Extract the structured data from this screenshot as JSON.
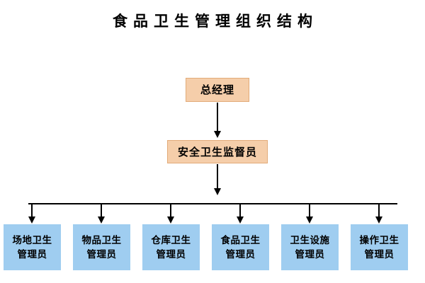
{
  "title": "食品卫生管理组织结构",
  "colors": {
    "executive_fill": "#f5ceaa",
    "executive_border": "#e2ab79",
    "staff_fill": "#9fcdf0",
    "connector": "#000000",
    "background": "#ffffff",
    "text": "#000000"
  },
  "diagram": {
    "type": "org-chart",
    "orientation": "top-down",
    "levels": 3,
    "executive": [
      {
        "id": "general-manager",
        "label": "总经理",
        "level": 1
      },
      {
        "id": "safety-supervisor",
        "label": "安全卫生监督员",
        "level": 2
      }
    ],
    "staff": [
      {
        "id": "site-hygiene-manager",
        "line1": "场地卫生",
        "line2": "管理员",
        "level": 3
      },
      {
        "id": "goods-hygiene-manager",
        "line1": "物品卫生",
        "line2": "管理员",
        "level": 3
      },
      {
        "id": "warehouse-hygiene-manager",
        "line1": "仓库卫生",
        "line2": "管理员",
        "level": 3
      },
      {
        "id": "food-hygiene-manager",
        "line1": "食品卫生",
        "line2": "管理员",
        "level": 3
      },
      {
        "id": "facility-hygiene-manager",
        "line1": "卫生设施",
        "line2": "管理员",
        "level": 3
      },
      {
        "id": "operation-hygiene-manager",
        "line1": "操作卫生",
        "line2": "管理员",
        "level": 3
      }
    ],
    "connections": [
      {
        "from": "general-manager",
        "to": "safety-supervisor",
        "style": "arrow"
      },
      {
        "from": "safety-supervisor",
        "to": "staff-bus",
        "style": "arrow"
      },
      {
        "from": "staff-bus",
        "to": "site-hygiene-manager",
        "style": "arrow"
      },
      {
        "from": "staff-bus",
        "to": "goods-hygiene-manager",
        "style": "arrow"
      },
      {
        "from": "staff-bus",
        "to": "warehouse-hygiene-manager",
        "style": "arrow"
      },
      {
        "from": "staff-bus",
        "to": "food-hygiene-manager",
        "style": "arrow"
      },
      {
        "from": "staff-bus",
        "to": "facility-hygiene-manager",
        "style": "arrow"
      },
      {
        "from": "staff-bus",
        "to": "operation-hygiene-manager",
        "style": "arrow"
      }
    ]
  }
}
